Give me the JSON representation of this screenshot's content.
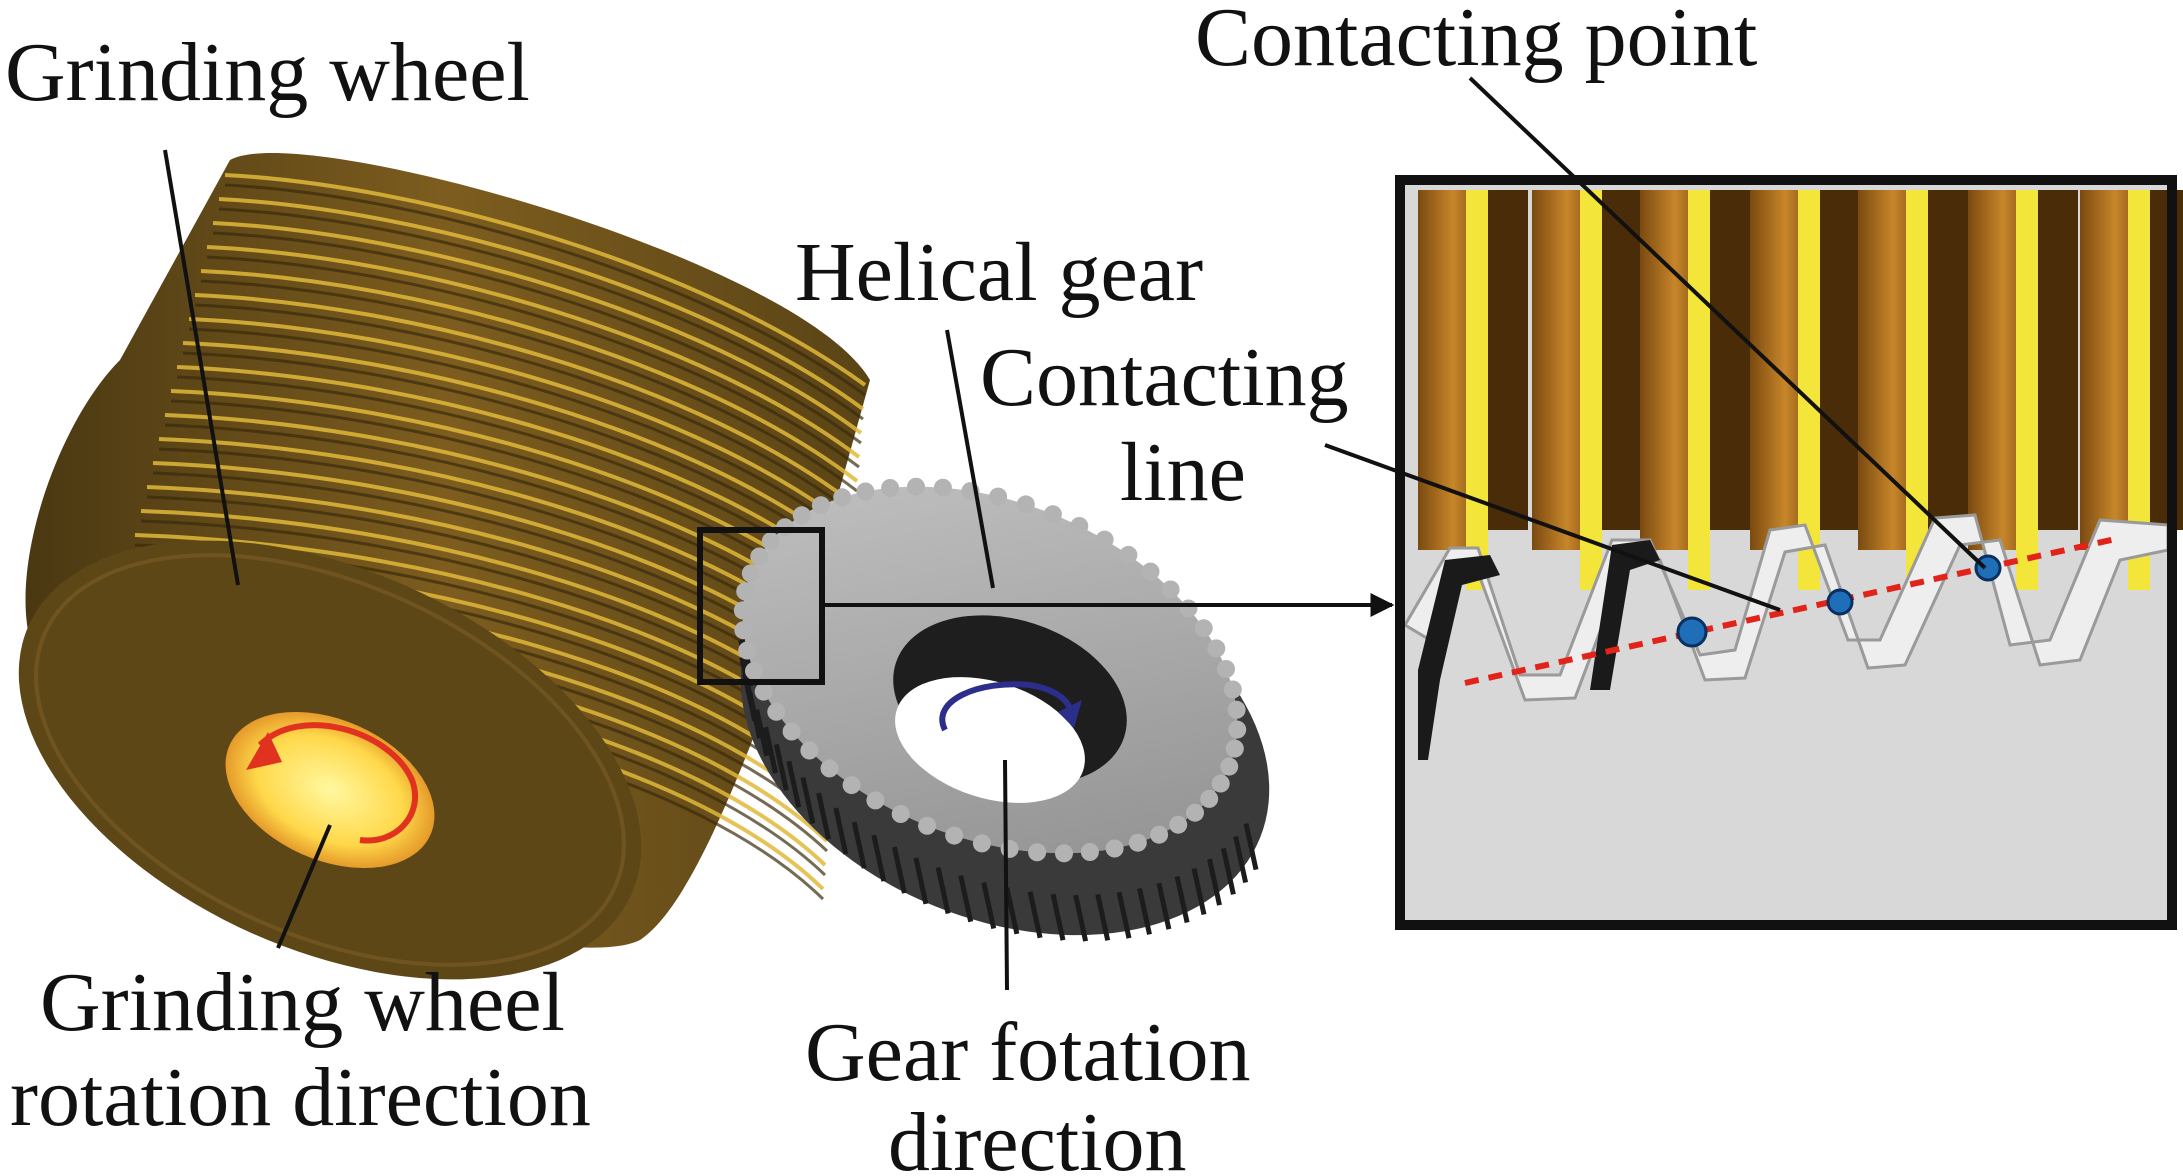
{
  "labels": {
    "grinding_wheel": "Grinding wheel",
    "contacting_point": "Contacting point",
    "helical_gear": "Helical gear",
    "contacting_line_1": "Contacting",
    "contacting_line_2": "line",
    "wheel_rotation_1": "Grinding wheel",
    "wheel_rotation_2": "rotation direction",
    "gear_rotation_1": "Gear fotation",
    "gear_rotation_2": "direction"
  },
  "colors": {
    "wheel_dark": "#5a4416",
    "wheel_mid": "#7a5a1e",
    "groove_light": "#e0b83a",
    "hole_glow": "#fff27a",
    "hole_red_arrow": "#e0321f",
    "gear_face": "#a9a9a9",
    "gear_side": "#3a3a3a",
    "gear_arrow": "#2b2e8a",
    "tooth_bronze": "#b5741c",
    "tooth_yellow": "#f4e53a",
    "inset_bg": "#d8d8d8",
    "contact_dot": "#1f6fb8",
    "contact_line": "#e2231a",
    "ink": "#111111"
  }
}
